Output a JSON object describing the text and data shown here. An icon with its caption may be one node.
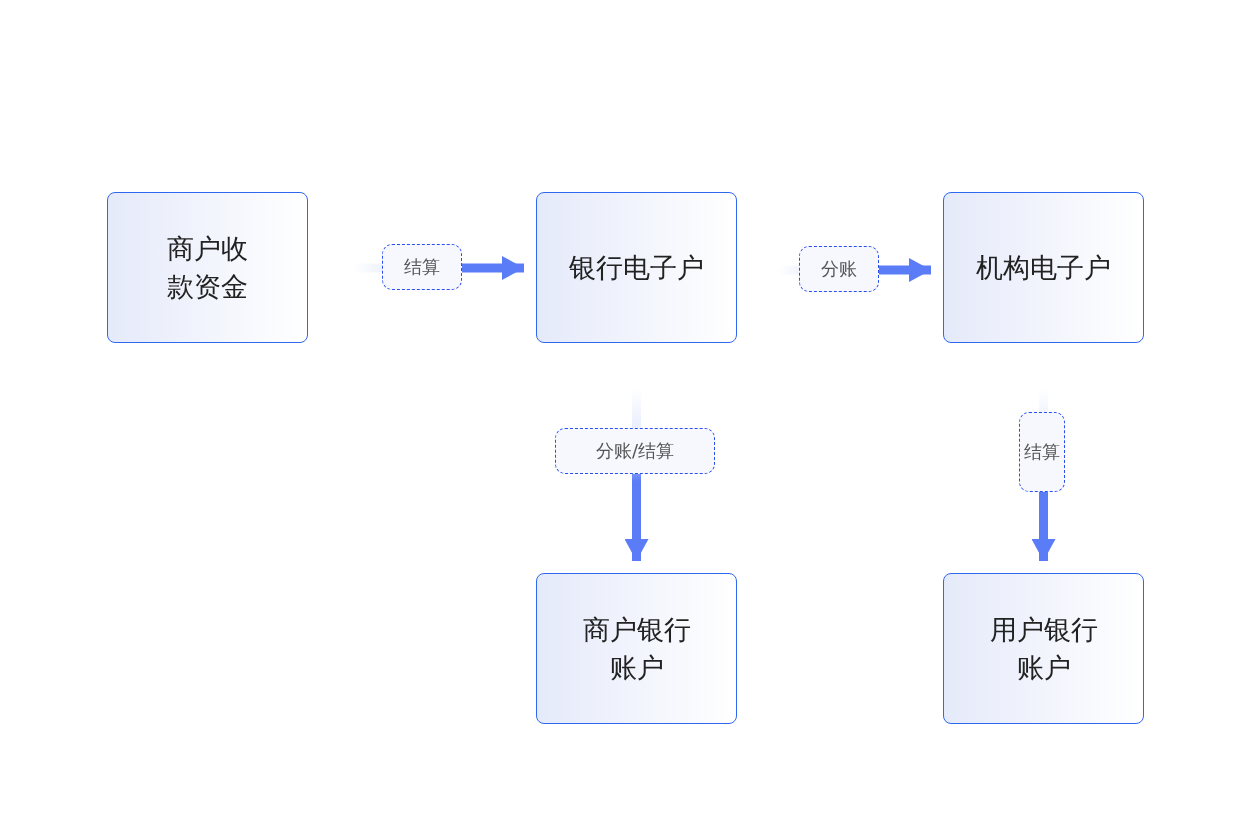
{
  "diagram": {
    "nodes": [
      {
        "text": [
          "商户收款资金"
        ]
      },
      {
        "text": [
          "银行电子户"
        ]
      },
      {
        "text": [
          "机构电子户"
        ]
      },
      {
        "text": [
          "商户银行账户"
        ]
      },
      {
        "text": [
          "用户银行账户"
        ]
      }
    ],
    "edges": [
      {
        "from": 0,
        "to": 1,
        "arrow": "to",
        "label": "结算"
      },
      {
        "from": 1,
        "to": 2,
        "arrow": "to",
        "label": "分账"
      },
      {
        "from": 1,
        "to": 3,
        "arrow": "to",
        "label": "分账/结算"
      },
      {
        "from": 2,
        "to": 4,
        "arrow": "to",
        "label": "结算"
      }
    ]
  }
}
